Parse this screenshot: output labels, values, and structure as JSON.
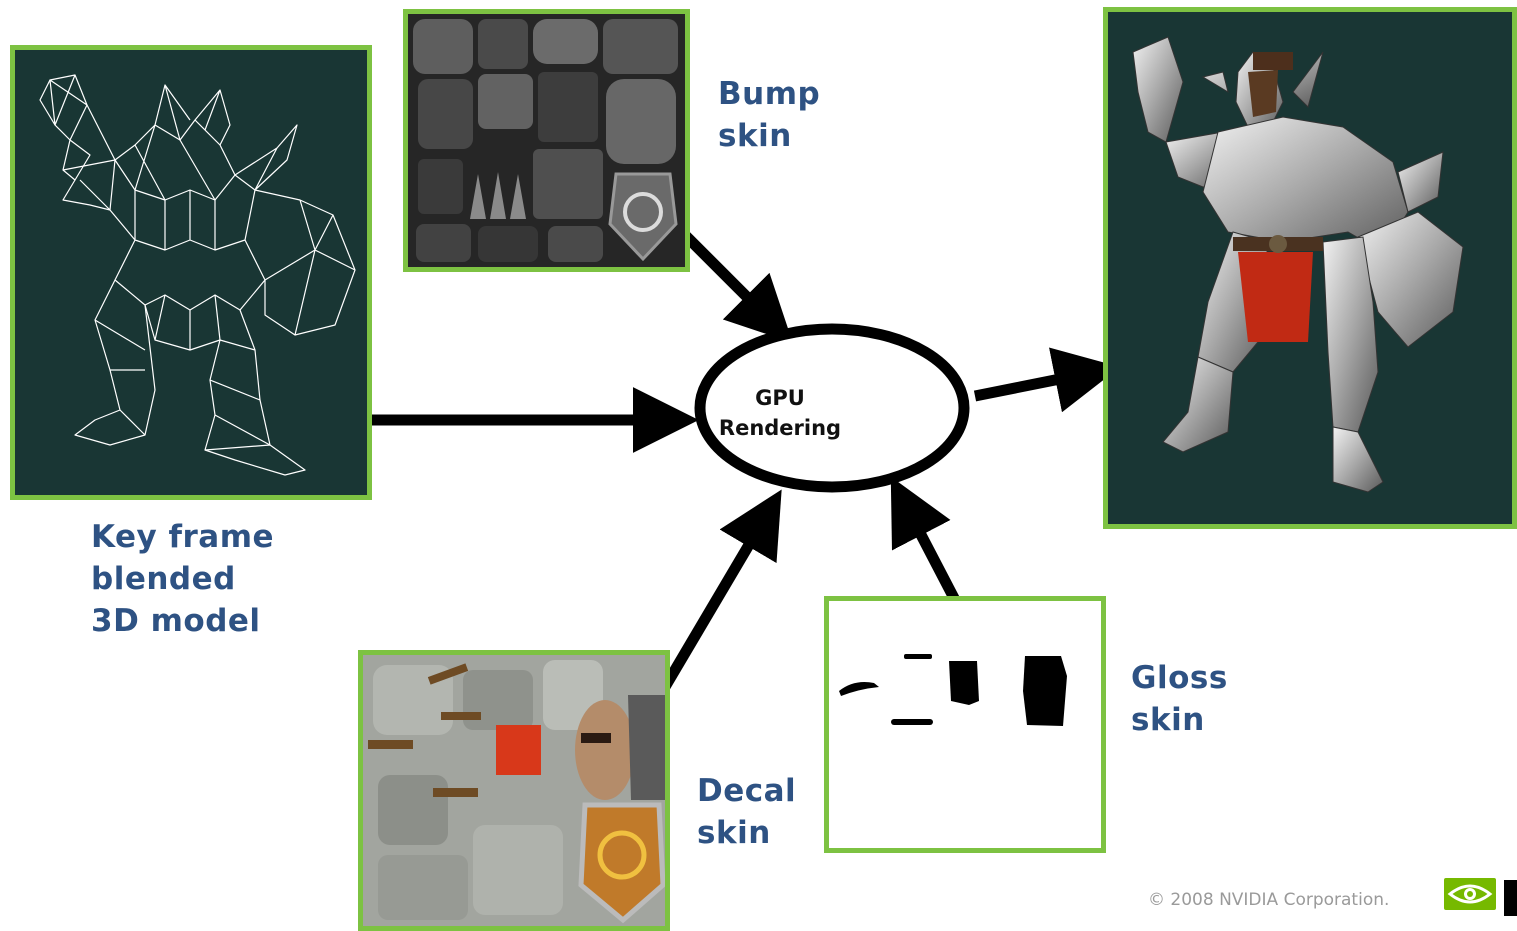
{
  "diagram": {
    "center_node": {
      "line1": "GPU",
      "line2": "Rendering"
    },
    "inputs": {
      "model": {
        "lines": [
          "Key frame",
          "blended",
          "3D model"
        ]
      },
      "bump": {
        "lines": [
          "Bump",
          "skin"
        ]
      },
      "decal": {
        "lines": [
          "Decal",
          "skin"
        ]
      },
      "gloss": {
        "lines": [
          "Gloss",
          "skin"
        ]
      }
    },
    "output": {
      "name": "rendered-character"
    }
  },
  "footer": {
    "copyright": "© 2008 NVIDIA Corporation."
  },
  "colors": {
    "frame_green": "#7dc242",
    "label_blue": "#2e5283",
    "panel_dark": "#193634",
    "arrow": "#000000"
  },
  "icons": {
    "logo": "nvidia-eye-icon"
  }
}
